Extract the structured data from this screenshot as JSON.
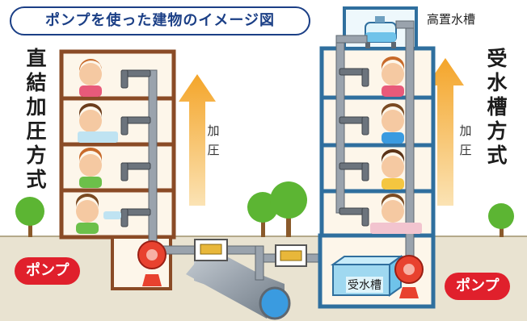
{
  "title": "ポンプを使った建物のイメージ図",
  "left_system": {
    "label": "直結加圧方式",
    "arrow_label": "加圧"
  },
  "right_system": {
    "label": "受水槽方式",
    "arrow_label": "加圧"
  },
  "elevated_tank_label": "高置水槽",
  "reservoir_label": "受水槽",
  "pump_label": "ポンプ",
  "colors": {
    "title_border": "#1b3f86",
    "brown_frame": "#8a4b26",
    "blue_frame": "#2f6f9e",
    "pipe": "#9aa3ad",
    "pump": "#e8422f",
    "arrow": "#f4a52a",
    "tag": "#e0202c",
    "ground": "#e9e3d1",
    "tree": "#5cb533",
    "water": "#3a9be0"
  }
}
